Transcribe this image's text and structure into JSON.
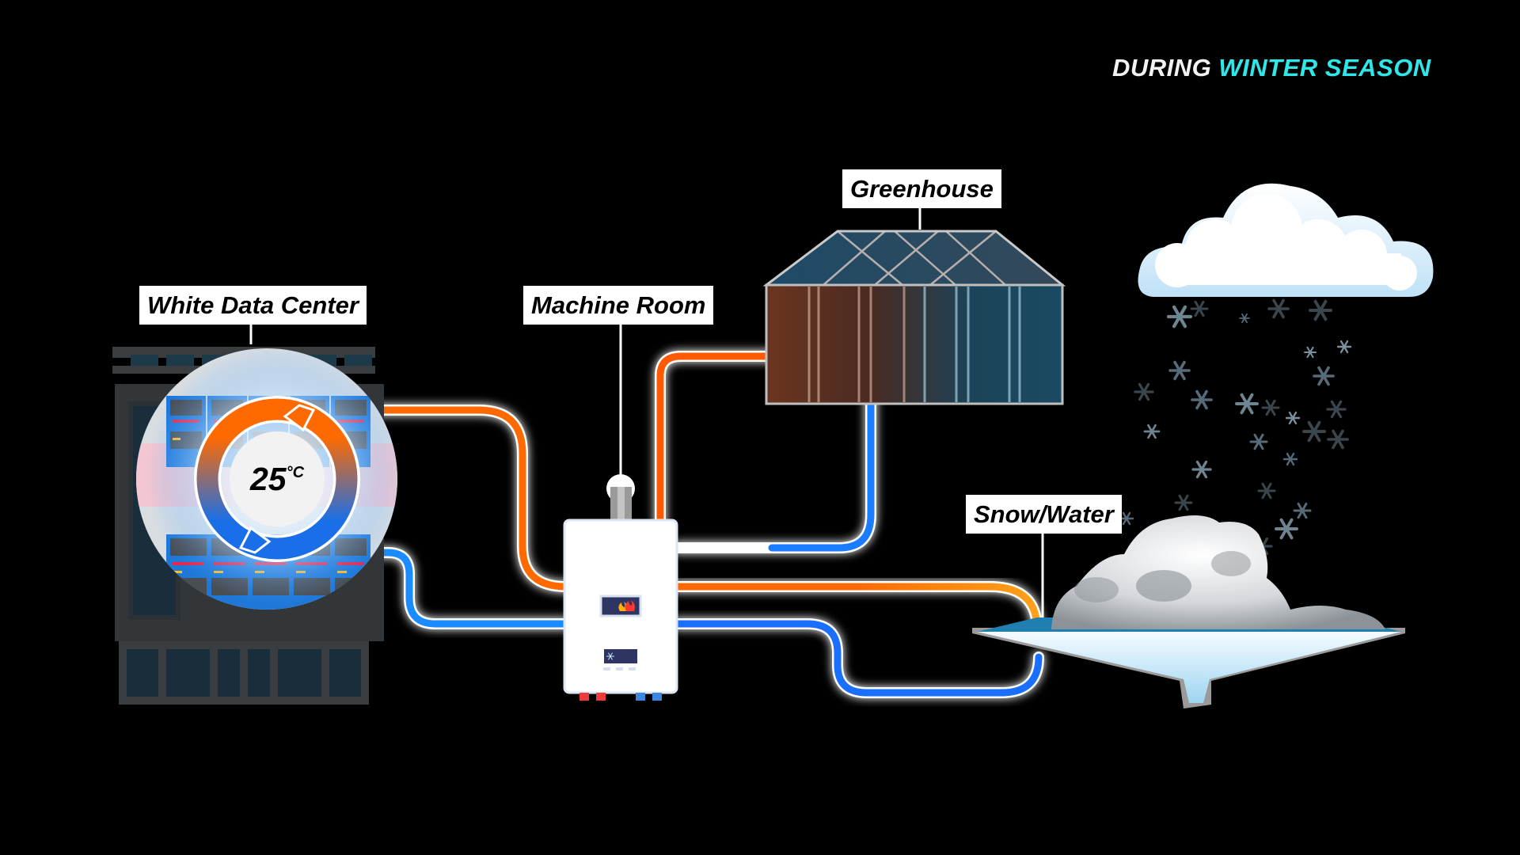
{
  "headline": {
    "prefix": "DURING",
    "highlight": "WINTER SEASON",
    "highlight_color": "#2fe6e8"
  },
  "labels": {
    "data_center": "White Data Center",
    "machine_room": "Machine Room",
    "greenhouse": "Greenhouse",
    "snow_water": "Snow/Water"
  },
  "data_center": {
    "temperature_value": "25",
    "temperature_unit": "°C"
  },
  "colors": {
    "hot_pipe": "#ff6a00",
    "warm_pipe": "#ff9a10",
    "cold_pipe": "#1a7cff",
    "background": "#000000"
  },
  "machine_room": {
    "indicators": [
      "heating-flame-indicator",
      "cooling-snowflake-indicator"
    ],
    "connectors": [
      "hot-in",
      "hot-out",
      "cold-in",
      "cold-out"
    ]
  }
}
